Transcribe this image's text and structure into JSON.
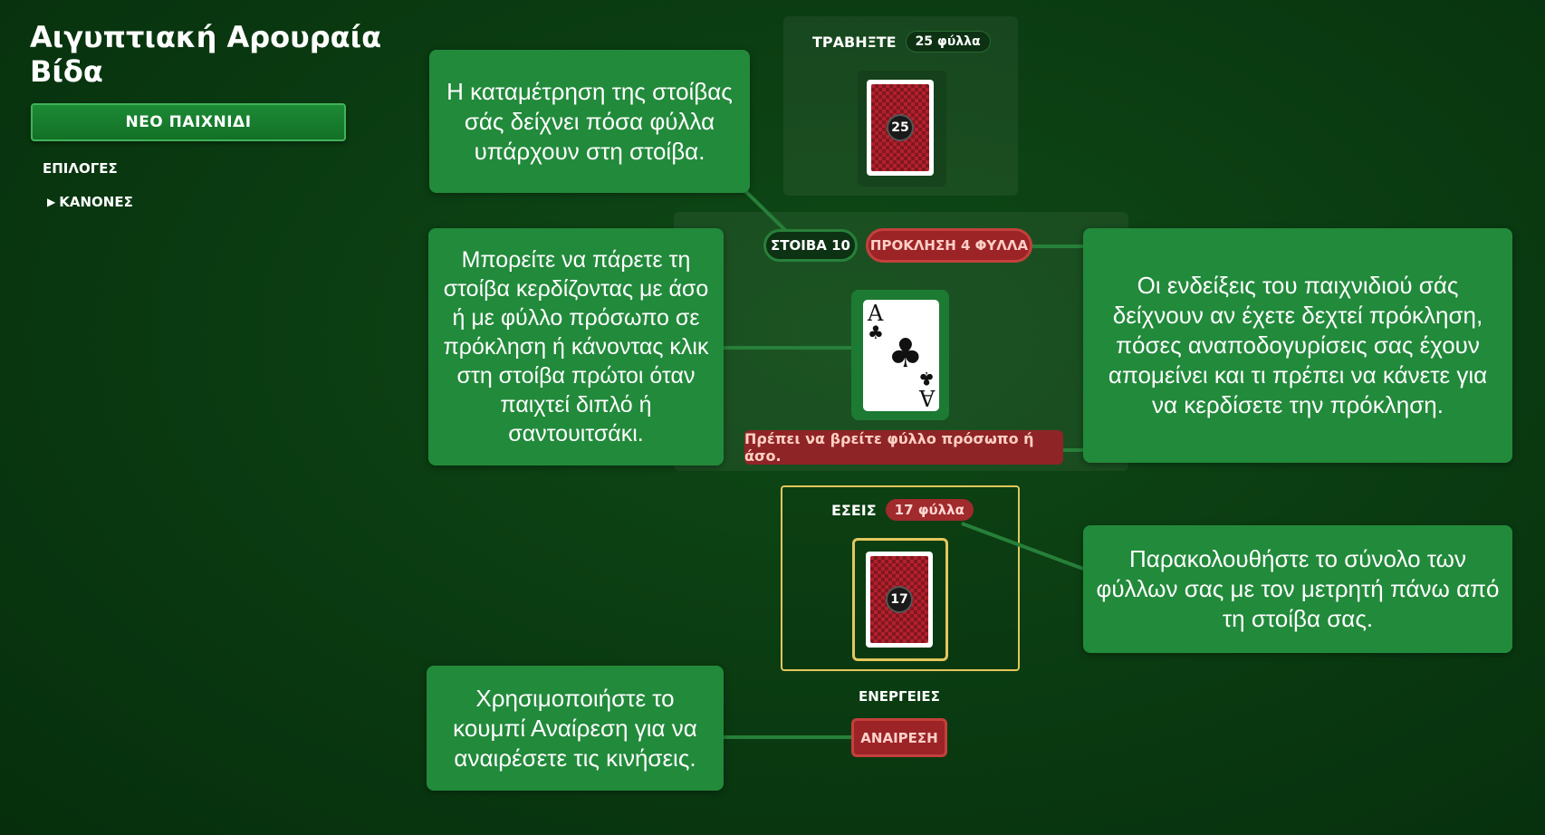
{
  "sidebar": {
    "title": "Αιγυπτιακή Αρουραία Βίδα",
    "new_game_label": "ΝΕΟ ΠΑΙΧΝΙΔΙ",
    "options_label": "ΕΠΙΛΟΓΕΣ",
    "rules_label": "ΚΑΝΟΝΕΣ"
  },
  "draw_pile": {
    "label": "ΤΡΑΒΗΞΤΕ",
    "count_badge": "25 φύλλα",
    "card_count": "25"
  },
  "center": {
    "stack_label": "ΣΤΟΙΒΑ 10",
    "challenge_label": "ΠΡΟΚΛΗΣΗ 4 ΦΥΛΛΑ",
    "top_card": {
      "rank": "A",
      "suit": "♣"
    },
    "hint": "Πρέπει να βρείτε φύλλο πρόσωπο ή άσο."
  },
  "player": {
    "label": "ΕΣΕΙΣ",
    "count_badge": "17 φύλλα",
    "card_count": "17"
  },
  "actions": {
    "label": "ΕΝΕΡΓΕΙΕΣ",
    "undo_label": "ΑΝΑΙΡΕΣΗ"
  },
  "tooltips": {
    "pile_count": "Η καταμέτρηση της στοίβας σάς δείχνει πόσα φύλλα υπάρχουν στη στοίβα.",
    "take_stack": "Μπορείτε να πάρετε τη στοίβα κερδίζοντας με άσο ή με φύλλο πρόσωπο σε πρόκληση ή κάνοντας κλικ στη στοίβα πρώτοι όταν παιχτεί διπλό ή σαντουιτσάκι.",
    "game_hints": "Οι ενδείξεις του παιχνιδιού σάς δείχνουν αν έχετε δεχτεί πρόκληση, πόσες αναποδογυρίσεις σας έχουν απομείνει και τι πρέπει να κάνετε για να κερδίσετε την πρόκληση.",
    "your_total": "Παρακολουθήστε το σύνολο των φύλλων σας με τον μετρητή πάνω από τη στοίβα σας.",
    "undo": "Χρησιμοποιήστε το κουμπί Αναίρεση για να αναιρέσετε τις κινήσεις."
  },
  "colors": {
    "felt": "#0b3d12",
    "tooltip": "#228a3b",
    "challenge_red": "#9c2427",
    "player_highlight": "#e3c75c"
  }
}
